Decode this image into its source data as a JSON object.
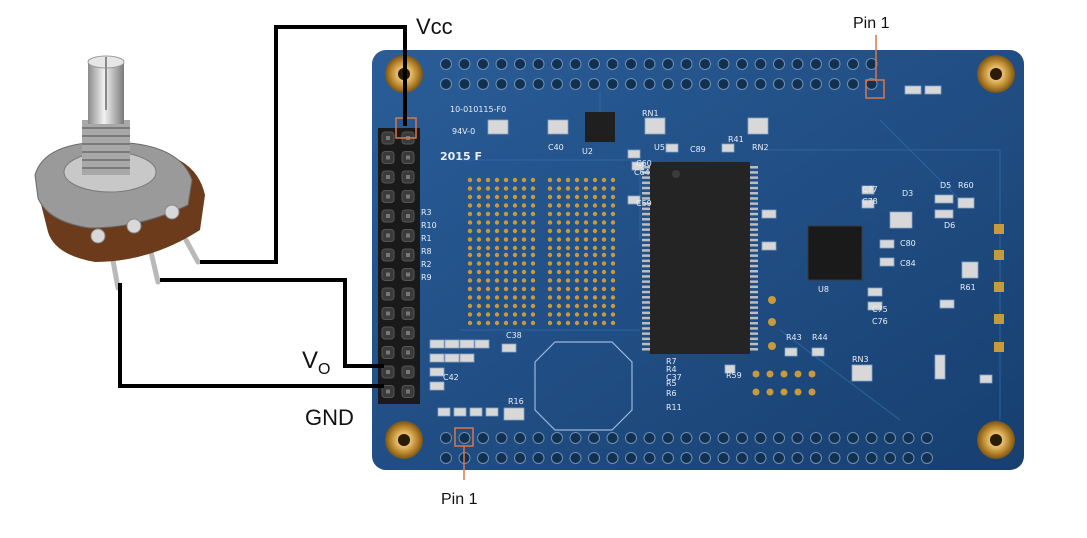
{
  "labels": {
    "vcc": "Vcc",
    "vo_main": "V",
    "vo_sub": "O",
    "gnd": "GND",
    "pin1_top": "Pin 1",
    "pin1_bottom": "Pin 1"
  },
  "silkscreen": {
    "board_id": "10-010115-F0",
    "rating": "94V-0",
    "year": "2015 F",
    "left_column": [
      "R3",
      "R10",
      "R1",
      "R8",
      "R2",
      "R9"
    ],
    "misc": [
      "RN1",
      "RN2",
      "RN3",
      "R41",
      "R60",
      "R61",
      "R43",
      "R44",
      "R16",
      "R59",
      "C89",
      "C80",
      "C84",
      "C75",
      "C76",
      "C77",
      "C78",
      "C60",
      "C64",
      "C59",
      "C38",
      "C42",
      "C40",
      "U2",
      "U5",
      "U8",
      "D3",
      "D5",
      "D6",
      "R7",
      "R4",
      "R5",
      "R6",
      "R11",
      "C37"
    ]
  },
  "colors": {
    "board": "#1d4a80",
    "header": "#1a1a1a",
    "gold": "#c89a3c",
    "wire": "#000000",
    "callout": "#d9774a"
  }
}
